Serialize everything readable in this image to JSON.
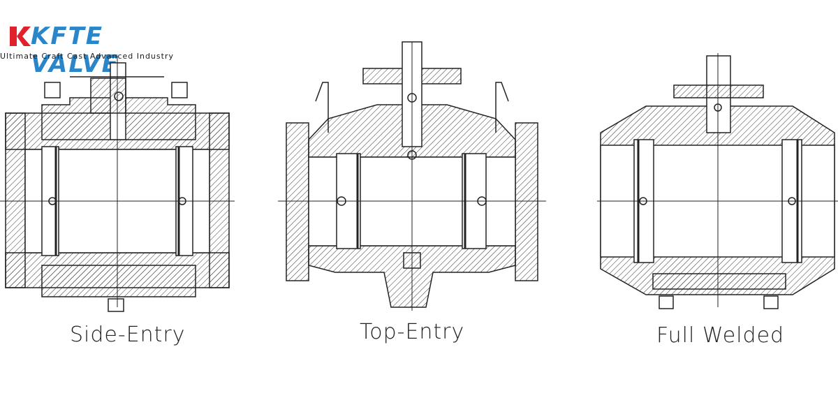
{
  "brand": {
    "name": "KFTE VALVE",
    "tagline": "Ultimate Craft Cast Advanced Industry",
    "accent_color": "#2a86c8",
    "mark_color": "#e0202a"
  },
  "figures": [
    {
      "caption": "Side-Entry"
    },
    {
      "caption": "Top-Entry"
    },
    {
      "caption": "Full Welded"
    }
  ]
}
